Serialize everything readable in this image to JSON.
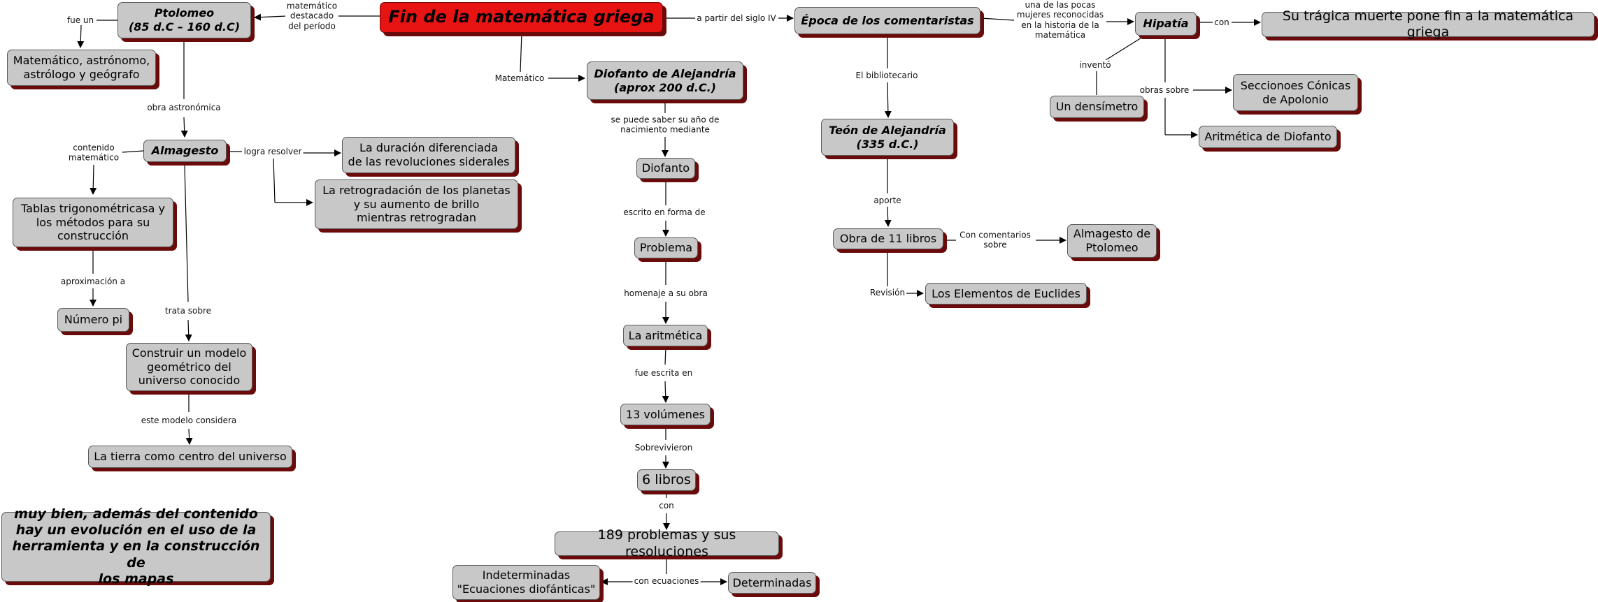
{
  "nodes": {
    "root": "Fin de la matemática griega",
    "ptolomeo": "Ptolomeo\n(85 d.C – 160 d.C)",
    "matematico": "Matemático, astrónomo,\nastrólogo y geógrafo",
    "almagesto": "Almagesto",
    "tablas": "Tablas trigonométricasa y\nlos métodos para su\nconstrucción",
    "numero_pi": "Número pi",
    "construir": "Construir un modelo\ngeométrico del\nuniverso conocido",
    "tierra": "La tierra como centro del universo",
    "duracion": "La duración diferenciada\nde las revoluciones siderales",
    "retrogradacion": "La retrogradación de los planetas\ny su aumento de brillo\nmientras retrogradan",
    "diofanto_alej": "Diofanto de Alejandría\n(aprox 200 d.C.)",
    "diofanto": "Diofanto",
    "problema": "Problema",
    "aritmetica": "La aritmética",
    "volumenes": "13 volúmenes",
    "seis_libros": "6 libros",
    "problemas189": "189 problemas y sus resoluciones",
    "indeterminadas": "Indeterminadas\n\"Ecuaciones diofánticas\"",
    "determinadas": "Determinadas",
    "epoca": "Época de los comentaristas",
    "teon": "Teón de Alejandría\n(335 d.C.)",
    "obra11": "Obra de 11 libros",
    "almagesto_ptolomeo": "Almagesto de\nPtolomeo",
    "elementos": "Los Elementos de Euclides",
    "hipatia": "Hipatía",
    "tragica": "Su trágica muerte pone fin a la matemática griega",
    "densimetro": "Un densímetro",
    "secciones": "Seccionoes Cónicas\nde Apolonio",
    "aritmetica_diofanto": "Aritmética de Diofanto",
    "nota": "muy bien, además del contenido\nhay un evolución en el uso de la\nherramienta y en la construcción de\nlos mapas"
  },
  "links": {
    "matematico_destacado": "matemático\ndestacado\ndel período",
    "fue_un": "fue un",
    "obra_astronomica": "obra astronómica",
    "contenido_matematico": "contenido\nmatemático",
    "aproximacion": "aproximación a",
    "logra_resolver": "logra resolver",
    "trata_sobre": "trata sobre",
    "este_modelo": "este modelo considera",
    "matematico": "Matemático",
    "se_puede_saber": "se puede saber su año de\nnacimiento mediante",
    "escrito_en_forma": "escrito en forma de",
    "homenaje": "homenaje a su obra",
    "fue_escrita": "fue escrita en",
    "sobrevivieron": "Sobrevivieron",
    "con": "con",
    "con_ecuaciones": "con ecuaciones",
    "a_partir": "a partir del siglo IV",
    "el_bibliotecario": "El bibliotecario",
    "aporte": "aporte",
    "con_comentarios": "Con comentarios\nsobre",
    "revision": "Revisión",
    "una_de_las_pocas": "una de las pocas\nmujeres reconocidas\nen la historia de la\nmatemática",
    "con_hipatia": "con",
    "invento": "inventó",
    "obras_sobre": "obras sobre"
  }
}
